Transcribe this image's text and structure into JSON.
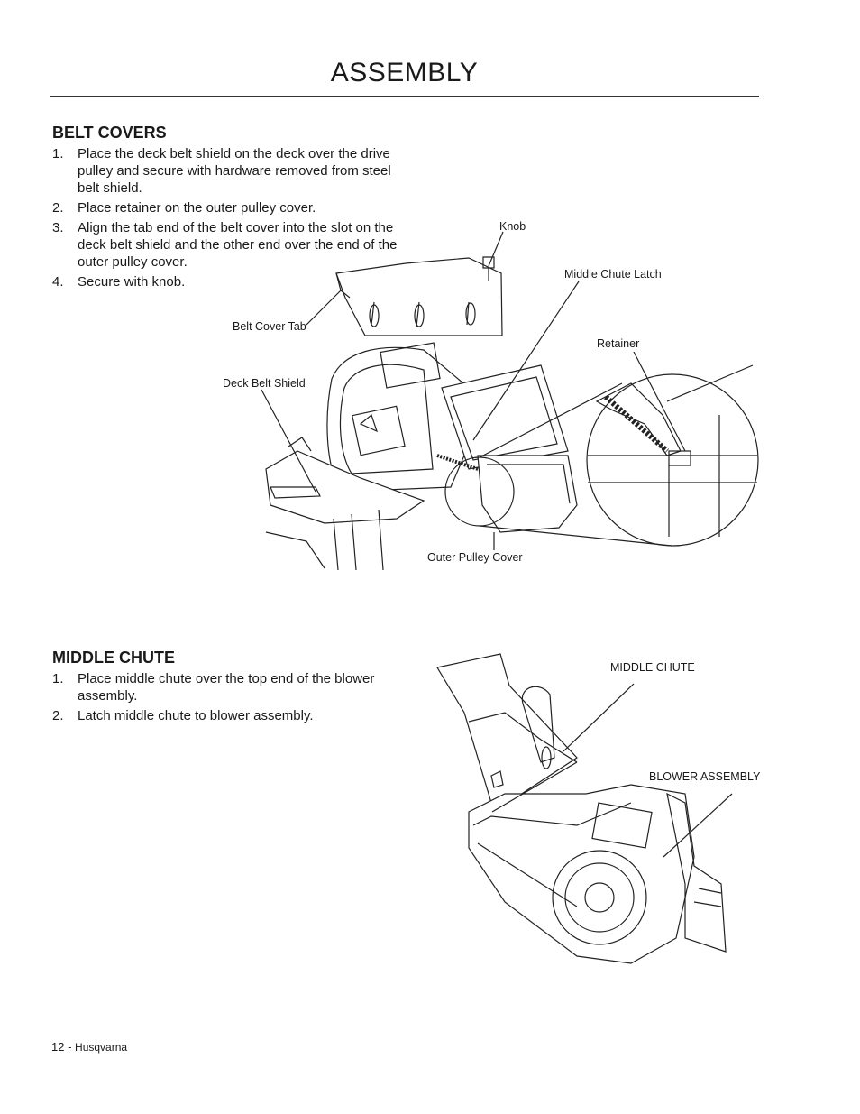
{
  "header": {
    "title": "ASSEMBLY"
  },
  "belt_covers": {
    "heading": "BELT COVERS",
    "steps": [
      {
        "num": "1.",
        "text": "Place the deck belt shield on the deck over the drive pulley and secure with hardware removed from steel belt shield."
      },
      {
        "num": "2.",
        "text": "Place retainer on the outer pulley cover."
      },
      {
        "num": "3.",
        "text": "Align the tab end of the belt cover into the slot on the deck belt shield and the other end over the end of the outer pulley cover."
      },
      {
        "num": "4.",
        "text": "Secure with knob."
      }
    ],
    "callouts": {
      "knob": "Knob",
      "middle_chute_latch": "Middle Chute Latch",
      "retainer": "Retainer",
      "belt_cover_tab": "Belt Cover Tab",
      "deck_belt_shield": "Deck Belt Shield",
      "outer_pulley_cover": "Outer Pulley Cover"
    }
  },
  "middle_chute": {
    "heading": "MIDDLE CHUTE",
    "steps": [
      {
        "num": "1.",
        "text": "Place middle chute over the top end of the blower assembly."
      },
      {
        "num": "2.",
        "text": "Latch middle chute to blower assembly."
      }
    ],
    "callouts": {
      "middle_chute": "MIDDLE CHUTE",
      "blower_assembly": "BLOWER ASSEMBLY"
    }
  },
  "footer": {
    "page_number": "12 -",
    "brand": "Husqvarna"
  }
}
